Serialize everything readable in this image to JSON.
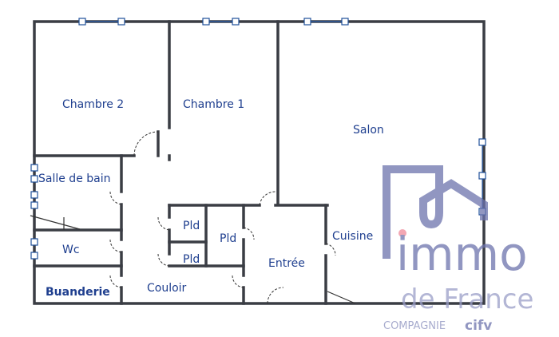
{
  "plan": {
    "rooms": {
      "chambre2": "Chambre 2",
      "chambre1": "Chambre 1",
      "salon": "Salon",
      "salle_de_bain": "Salle de bain",
      "wc": "Wc",
      "buanderie": "Buanderie",
      "couloir": "Couloir",
      "pld1": "Pld",
      "pld2": "Pld",
      "pld3": "Pld",
      "entree": "Entrée",
      "cuisine": "Cuisine"
    },
    "colors": {
      "wall": "#3a3d44",
      "label": "#1f3f8f",
      "window": "#2a5fae"
    }
  },
  "watermark": {
    "brand_line1": "immo",
    "brand_line2": "de France",
    "company_prefix": "COMPAGNIE",
    "company_name": "cifv",
    "color": "#6d73ad",
    "dot_color": "#f08a9a"
  }
}
